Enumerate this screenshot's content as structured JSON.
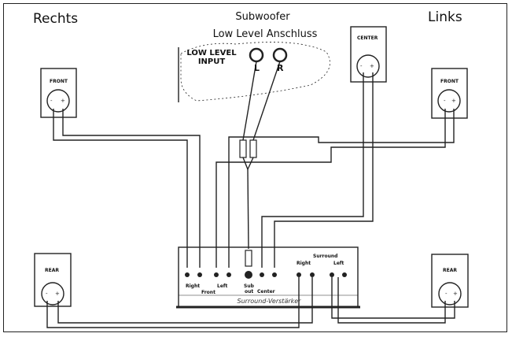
{
  "labels": {
    "right_side": "Rechts",
    "left_side": "Links",
    "subwoofer_title": "Subwoofer",
    "subwoofer_subtitle": "Low Level Anschluss",
    "low_level_input": "LOW LEVEL INPUT",
    "channel_l": "L",
    "channel_r": "R"
  },
  "speakers": {
    "front_right": "FRONT",
    "front_left": "FRONT",
    "center": "CENTER",
    "rear_right": "REAR",
    "rear_left": "REAR"
  },
  "amplifier": {
    "name": "Surround-Verstärker",
    "right": "Right",
    "front": "Front",
    "left": "Left",
    "sub": "Sub",
    "out": "out",
    "center": "Center",
    "surround": "Surround",
    "surround_right": "Right",
    "surround_left": "Left"
  },
  "colors": {
    "line": "#222222",
    "background": "#ffffff"
  }
}
